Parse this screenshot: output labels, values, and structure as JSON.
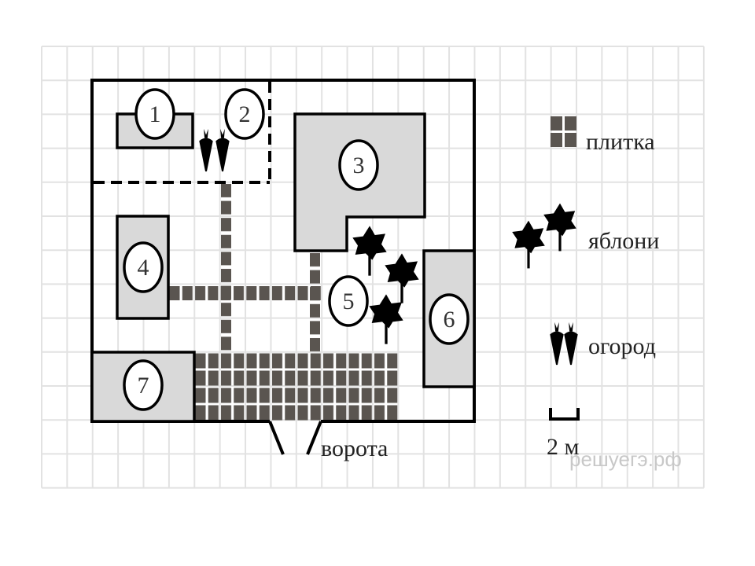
{
  "plan": {
    "labels": [
      "1",
      "2",
      "3",
      "4",
      "5",
      "6",
      "7"
    ],
    "gate_label": "ворота"
  },
  "legend": {
    "tile": "плитка",
    "apple_trees": "яблони",
    "garden": "огород",
    "scale": "2 м"
  },
  "watermark": "решуегэ.рф",
  "colors": {
    "building_fill": "#d9d9d9",
    "tile": "#5a5550",
    "grid": "#e2e2e2"
  }
}
